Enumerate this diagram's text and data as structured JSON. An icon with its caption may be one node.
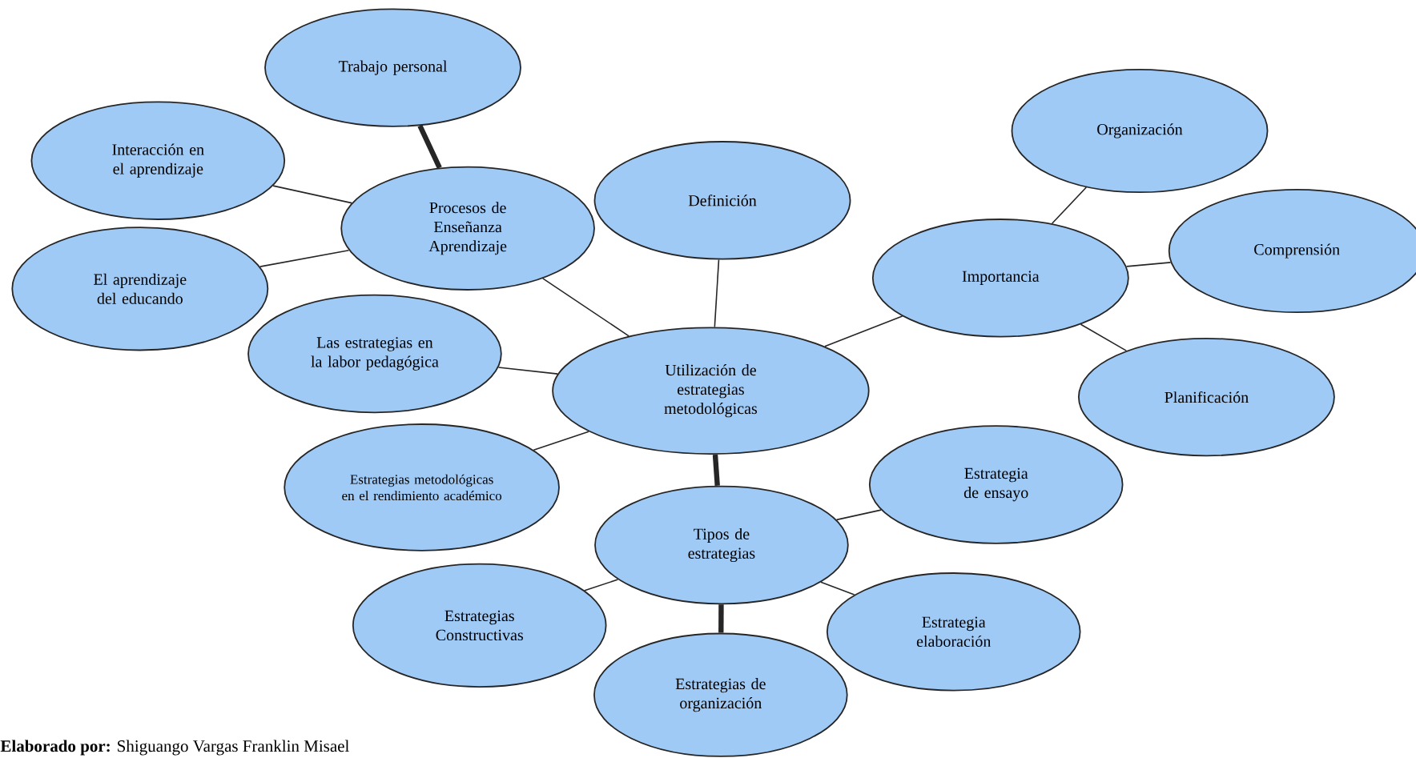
{
  "diagram": {
    "caption": "**Elaborado por:** Shiguango Vargas Franklin Misael",
    "nodes": [
      {
        "text": [
          "Trabajo personal"
        ]
      },
      {
        "text": [
          "Interacción en el aprendizaje"
        ]
      },
      {
        "text": [
          "Procesos de Enseñanza Aprendizaje"
        ]
      },
      {
        "text": [
          "Definición"
        ]
      },
      {
        "text": [
          "Organización"
        ]
      },
      {
        "text": [
          "Importancia"
        ]
      },
      {
        "text": [
          "Comprensión"
        ]
      },
      {
        "text": [
          "El aprendizaje del educando"
        ]
      },
      {
        "text": [
          "Las estrategias en la labor pedagógica"
        ]
      },
      {
        "text": [
          "Utilización de estrategias metodológicas"
        ]
      },
      {
        "text": [
          "Planificación"
        ]
      },
      {
        "text": [
          "Estrategias metodológicas en el rendimiento académico"
        ]
      },
      {
        "text": [
          "Estrategia de ensayo"
        ]
      },
      {
        "text": [
          "Tipos de estrategias"
        ]
      },
      {
        "text": [
          "Estrategias Constructivas"
        ]
      },
      {
        "text": [
          "Estrategia elaboración"
        ]
      },
      {
        "text": [
          "Estrategias de organización"
        ]
      }
    ],
    "edges": [
      {
        "from": 2,
        "to": 0,
        "arrow": "none",
        "style": "thick"
      },
      {
        "from": 2,
        "to": 1,
        "arrow": "none"
      },
      {
        "from": 2,
        "to": 7,
        "arrow": "none"
      },
      {
        "from": 9,
        "to": 2,
        "arrow": "none"
      },
      {
        "from": 9,
        "to": 3,
        "arrow": "none"
      },
      {
        "from": 9,
        "to": 8,
        "arrow": "none"
      },
      {
        "from": 9,
        "to": 11,
        "arrow": "none"
      },
      {
        "from": 9,
        "to": 5,
        "arrow": "none"
      },
      {
        "from": 5,
        "to": 4,
        "arrow": "none"
      },
      {
        "from": 5,
        "to": 6,
        "arrow": "none"
      },
      {
        "from": 5,
        "to": 10,
        "arrow": "none"
      },
      {
        "from": 9,
        "to": 13,
        "arrow": "none",
        "style": "thick"
      },
      {
        "from": 13,
        "to": 12,
        "arrow": "none"
      },
      {
        "from": 13,
        "to": 14,
        "arrow": "none"
      },
      {
        "from": 13,
        "to": 15,
        "arrow": "none"
      },
      {
        "from": 13,
        "to": 16,
        "arrow": "none",
        "style": "thick"
      }
    ]
  }
}
